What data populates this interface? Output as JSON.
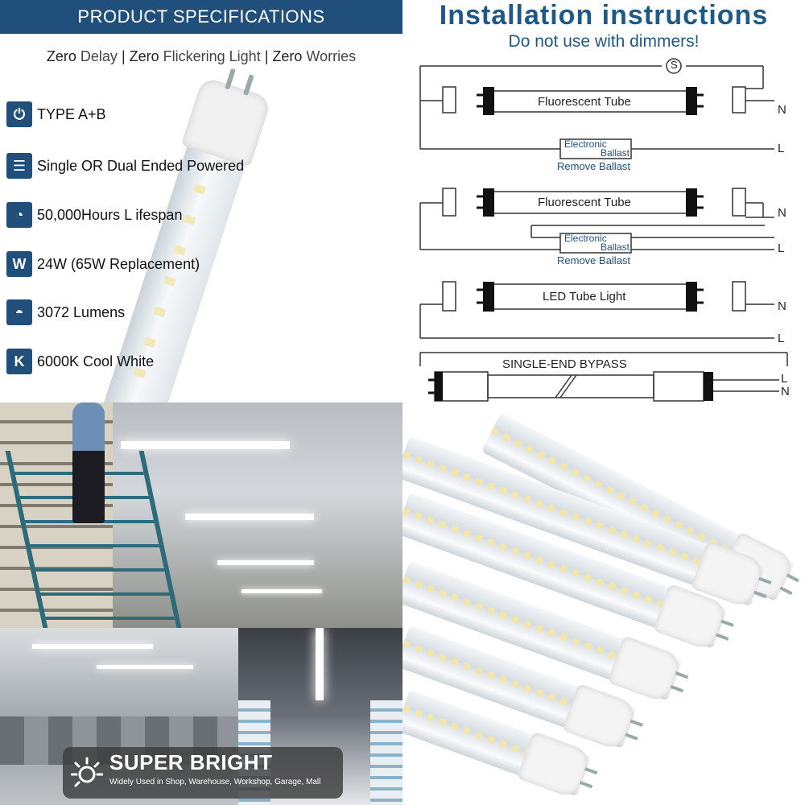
{
  "specs": {
    "banner": "PRODUCT SPECIFICATIONS",
    "tagline": [
      {
        "bold": "Zero",
        "light": " Delay",
        "sep": " | "
      },
      {
        "bold": "Zero",
        "light": " Flickering Light",
        "sep": " | "
      },
      {
        "bold": "Zero",
        "light": " Worries",
        "sep": ""
      }
    ],
    "items": [
      {
        "icon": "plug-icon",
        "glyph": "⏻",
        "text": "TYPE A+B"
      },
      {
        "icon": "sliders-icon",
        "glyph": "☰",
        "text": "Single OR Dual Ended Powered"
      },
      {
        "icon": "clock-icon",
        "glyph": "◔",
        "text": "50,000Hours L ifespan"
      },
      {
        "icon": "watt-icon",
        "glyph": "W",
        "text": "24W (65W Replacement)"
      },
      {
        "icon": "lamp-icon",
        "glyph": "◓",
        "text": "3072 Lumens"
      },
      {
        "icon": "kelvin-icon",
        "glyph": "K",
        "text": "6000K Cool White"
      }
    ],
    "icon_color": "#1f4f7a"
  },
  "install": {
    "title": "Installation instructions",
    "subtitle": "Do not use with dimmers!",
    "switch_label": "S",
    "fluorescent_tube": "Fluorescent Tube",
    "led_tube": "LED Tube Light",
    "electronic": "Electronic",
    "ballast": "Ballast",
    "remove_ballast": "Remove Ballast",
    "neutral": "N",
    "live": "L",
    "bypass": "SINGLE-END BYPASS",
    "accent": "#1f5a86"
  },
  "promo": {
    "title": "SUPER BRIGHT",
    "subtitle": "Widely Used in Shop, Warehouse, Workshop, Garage, Mall"
  }
}
